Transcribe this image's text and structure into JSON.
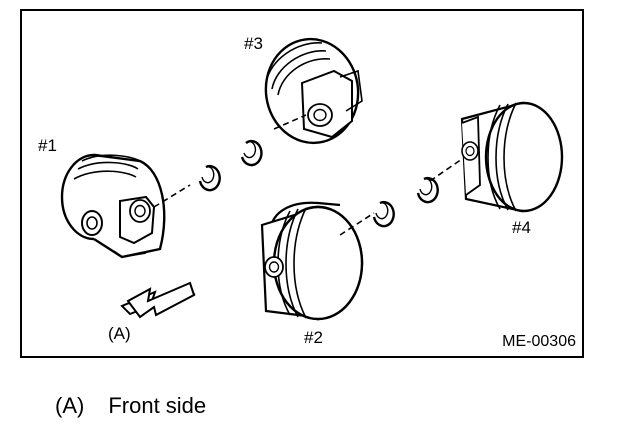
{
  "figure": {
    "code": "ME-00306",
    "labels": {
      "piston_1": "#1",
      "piston_2": "#2",
      "piston_3": "#3",
      "piston_4": "#4",
      "front_marker": "(A)"
    }
  },
  "legend": {
    "key": "(A)",
    "text": "Front side"
  }
}
